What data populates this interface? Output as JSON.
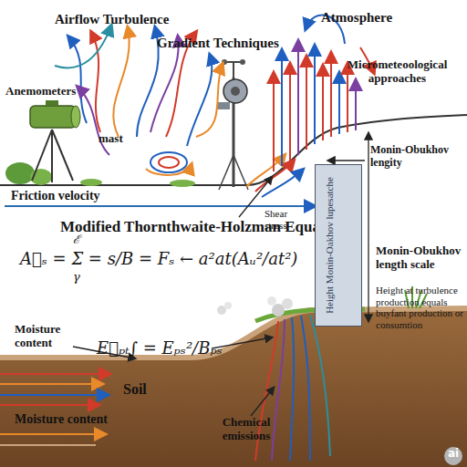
{
  "diagram": {
    "nodes": [
      {
        "text": [
          "Height Monin-Oakhov lupesatche"
        ]
      }
    ],
    "labels": [
      "Airflow Turbulence",
      "Atmosphere",
      "Gradient Techniques",
      "Micrometeoological approaches",
      "Anemometers",
      "mast",
      "Monin-Obukhov lengity",
      "Shear stress",
      "Friction velocity",
      "Modified Thornthwaite-Holzman Equation",
      "A⃗ₛ = Σ = s/B = Fₛ ← a²at(Aᵤ²/at²)",
      "ℰ",
      "γ",
      "Monin-Obukhov length scale",
      "Height at turbulence production equals buyfant production or consumtion",
      "Moisture content",
      "E⃗ₚₜ∫ = Eₚₛ²/Bₚₛ",
      "Soil",
      "Moisture content",
      "Chemical emissions",
      "ai"
    ]
  }
}
